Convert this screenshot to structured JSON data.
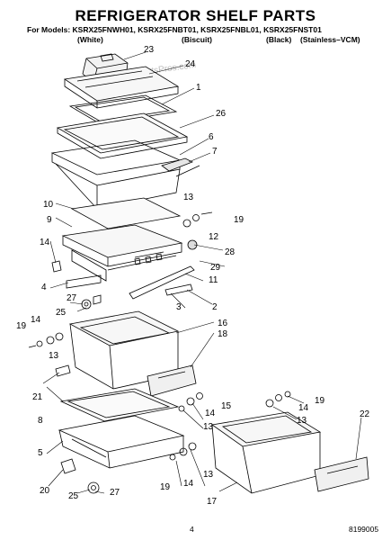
{
  "header": {
    "title": "REFRIGERATOR SHELF PARTS",
    "models_line": "For Models: KSRX25FNWH01, KSRX25FNBT01, KSRX25FNBL01, KSRX25FNST01",
    "finishes": [
      "(White)",
      "(Biscuit)",
      "(Black)",
      "(Stainless–VCM)"
    ]
  },
  "callouts": [
    "23",
    "24",
    "1",
    "26",
    "6",
    "7",
    "10",
    "9",
    "13",
    "19",
    "14",
    "12",
    "28",
    "29",
    "11",
    "4",
    "3",
    "2",
    "27",
    "25",
    "16",
    "18",
    "19",
    "14",
    "13",
    "21",
    "15",
    "14",
    "13",
    "19",
    "14",
    "13",
    "8",
    "22",
    "5",
    "20",
    "25",
    "27",
    "19",
    "14",
    "13",
    "17"
  ],
  "footer": {
    "page_number": "4",
    "doc_code": "8199005"
  },
  "watermark": "AppliancePartsPros.com"
}
